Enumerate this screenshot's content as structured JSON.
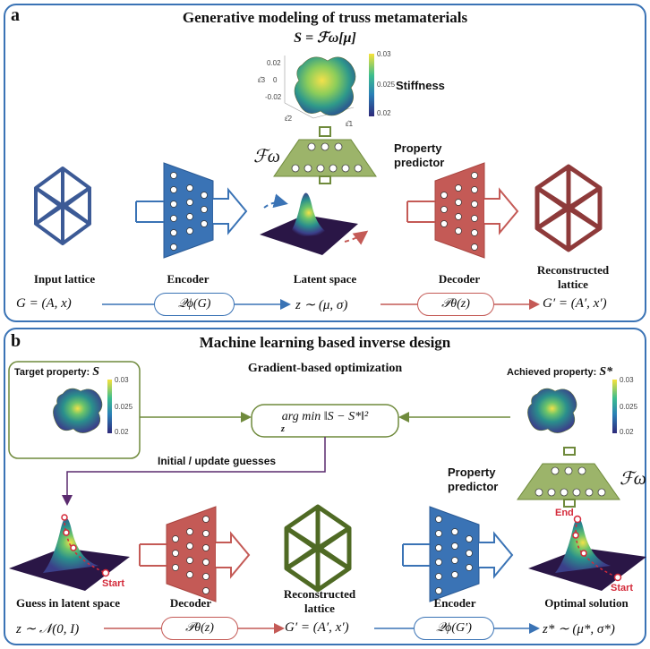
{
  "panel_a": {
    "letter": "a",
    "title": "Generative modeling of truss metamaterials",
    "top_formula": "S = ℱω[μ]",
    "stiffness_label": "Stiffness",
    "property_predictor": "Property\npredictor",
    "f_omega": "ℱω",
    "labels": {
      "input": "Input lattice",
      "encoder": "Encoder",
      "latent": "Latent space",
      "decoder": "Decoder",
      "reconstructed": "Reconstructed\nlattice"
    },
    "formulas": {
      "g": "G = (A, x)",
      "q": "𝒬ϕ(G)",
      "z": "z ∼ (μ, σ)",
      "p": "𝒫θ(z)",
      "g2": "G′ = (A′, x′)"
    },
    "colorbar": {
      "top": "0.03",
      "mid": "0.025",
      "bot": "0.02"
    },
    "axis_ticks": {
      "t1": "0.02",
      "t2": "0",
      "t3": "-0.02",
      "z": "ε̂3",
      "x1": "ε̂1",
      "x2": "ε̂2"
    }
  },
  "panel_b": {
    "letter": "b",
    "title": "Machine learning based inverse design",
    "target_label": "Target property:",
    "target_sym": "S",
    "gradient_label": "Gradient-based optimization",
    "argmin": "arg min ‖S − S*‖²",
    "argmin_sub": "z",
    "achieved_label": "Achieved property:",
    "achieved_sym": "S*",
    "guesses": "Initial / update guesses",
    "property_predictor": "Property\npredictor",
    "f_omega": "ℱω",
    "end": "End",
    "start": "Start",
    "labels": {
      "guess": "Guess in latent space",
      "decoder": "Decoder",
      "reconstructed": "Reconstructed\nlattice",
      "encoder": "Encoder",
      "optimal": "Optimal solution"
    },
    "formulas": {
      "z": "z ∼ 𝒩(0, I)",
      "p": "𝒫θ(z)",
      "g2": "G′ = (A′, x′)",
      "q": "𝒬ϕ(G′)",
      "zstar": "z* ∼ (μ*, σ*)"
    },
    "colorbar": {
      "top": "0.03",
      "mid": "0.025",
      "bot": "0.02"
    }
  },
  "colors": {
    "blue": "#3a73b5",
    "red": "#c45a56",
    "green": "#6f8a3c",
    "navy": "#3c5a96",
    "purple": "#5a2a6e",
    "highlight_red": "#d42a3a"
  }
}
